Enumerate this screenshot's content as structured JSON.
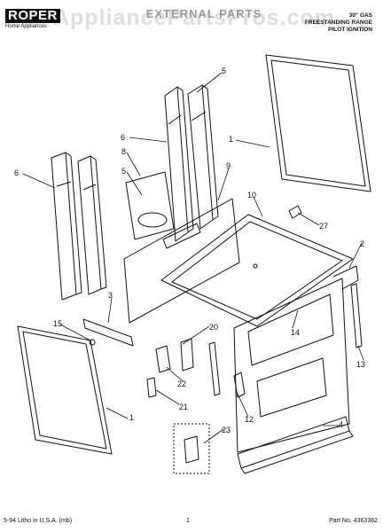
{
  "header": {
    "brand": "ROPER",
    "brand_sub": "Home Appliances",
    "title": "EXTERNAL PARTS",
    "watermark": "AppliancePartsPros.com",
    "description": [
      "30\" GAS",
      "FREESTANDING RANGE",
      "PILOT IGNITION"
    ]
  },
  "footer": {
    "left": "5-94 Litho in U.S.A. (mb)",
    "page": "1",
    "part_no": "Part No. 4363362"
  },
  "callouts": [
    "5",
    "6",
    "1",
    "6",
    "8",
    "5",
    "9",
    "10",
    "27",
    "2",
    "3",
    "15",
    "20",
    "14",
    "13",
    "1",
    "22",
    "21",
    "12",
    "4",
    "23"
  ],
  "colors": {
    "ink": "#111111",
    "watermark": "#a0a0a0"
  }
}
